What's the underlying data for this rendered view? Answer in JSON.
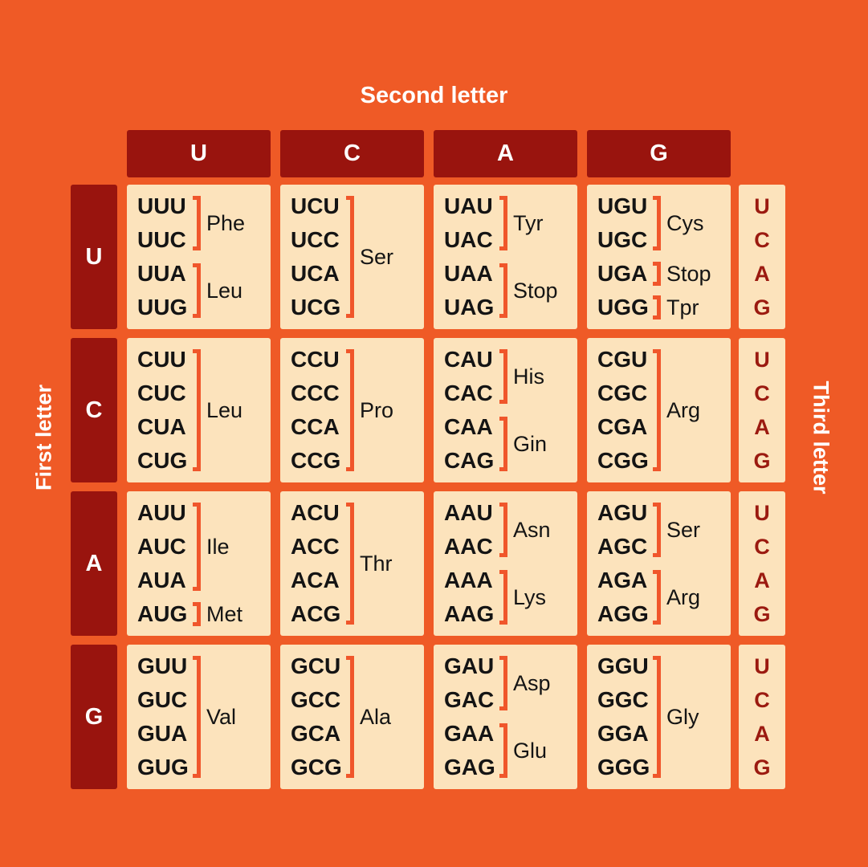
{
  "title": "Second letter",
  "axis_labels": {
    "left": "First letter",
    "right": "Third letter"
  },
  "colors": {
    "background": "#EF5A26",
    "header_cell": "#99140E",
    "cell_background": "#FCE3BC",
    "bracket": "#F0562B",
    "codon_text": "#141414",
    "header_text": "#FFFFFF",
    "third_letter_text": "#9B1A10"
  },
  "table": {
    "column_headers": [
      "U",
      "C",
      "A",
      "G"
    ],
    "third_letter_letters": [
      "U",
      "C",
      "A",
      "G"
    ],
    "rows": [
      {
        "header": "U",
        "cells": [
          {
            "codons": [
              "UUU",
              "UUC",
              "UUA",
              "UUG"
            ],
            "groups": [
              {
                "start": 1,
                "end": 2,
                "label": "Phe"
              },
              {
                "start": 3,
                "end": 4,
                "label": "Leu"
              }
            ]
          },
          {
            "codons": [
              "UCU",
              "UCC",
              "UCA",
              "UCG"
            ],
            "groups": [
              {
                "start": 1,
                "end": 4,
                "label": "Ser"
              }
            ]
          },
          {
            "codons": [
              "UAU",
              "UAC",
              "UAA",
              "UAG"
            ],
            "groups": [
              {
                "start": 1,
                "end": 2,
                "label": "Tyr"
              },
              {
                "start": 3,
                "end": 4,
                "label": "Stop"
              }
            ]
          },
          {
            "codons": [
              "UGU",
              "UGC",
              "UGA",
              "UGG"
            ],
            "groups": [
              {
                "start": 1,
                "end": 2,
                "label": "Cys"
              },
              {
                "start": 3,
                "end": 3,
                "label": "Stop"
              },
              {
                "start": 4,
                "end": 4,
                "label": "Tpr"
              }
            ]
          }
        ]
      },
      {
        "header": "C",
        "cells": [
          {
            "codons": [
              "CUU",
              "CUC",
              "CUA",
              "CUG"
            ],
            "groups": [
              {
                "start": 1,
                "end": 4,
                "label": "Leu"
              }
            ]
          },
          {
            "codons": [
              "CCU",
              "CCC",
              "CCA",
              "CCG"
            ],
            "groups": [
              {
                "start": 1,
                "end": 4,
                "label": "Pro"
              }
            ]
          },
          {
            "codons": [
              "CAU",
              "CAC",
              "CAA",
              "CAG"
            ],
            "groups": [
              {
                "start": 1,
                "end": 2,
                "label": "His"
              },
              {
                "start": 3,
                "end": 4,
                "label": "Gin"
              }
            ]
          },
          {
            "codons": [
              "CGU",
              "CGC",
              "CGA",
              "CGG"
            ],
            "groups": [
              {
                "start": 1,
                "end": 4,
                "label": "Arg"
              }
            ]
          }
        ]
      },
      {
        "header": "A",
        "cells": [
          {
            "codons": [
              "AUU",
              "AUC",
              "AUA",
              "AUG"
            ],
            "groups": [
              {
                "start": 1,
                "end": 3,
                "label": "Ile"
              },
              {
                "start": 4,
                "end": 4,
                "label": "Met"
              }
            ]
          },
          {
            "codons": [
              "ACU",
              "ACC",
              "ACA",
              "ACG"
            ],
            "groups": [
              {
                "start": 1,
                "end": 4,
                "label": "Thr"
              }
            ]
          },
          {
            "codons": [
              "AAU",
              "AAC",
              "AAA",
              "AAG"
            ],
            "groups": [
              {
                "start": 1,
                "end": 2,
                "label": "Asn"
              },
              {
                "start": 3,
                "end": 4,
                "label": "Lys"
              }
            ]
          },
          {
            "codons": [
              "AGU",
              "AGC",
              "AGA",
              "AGG"
            ],
            "groups": [
              {
                "start": 1,
                "end": 2,
                "label": "Ser"
              },
              {
                "start": 3,
                "end": 4,
                "label": "Arg"
              }
            ]
          }
        ]
      },
      {
        "header": "G",
        "cells": [
          {
            "codons": [
              "GUU",
              "GUC",
              "GUA",
              "GUG"
            ],
            "groups": [
              {
                "start": 1,
                "end": 4,
                "label": "Val"
              }
            ]
          },
          {
            "codons": [
              "GCU",
              "GCC",
              "GCA",
              "GCG"
            ],
            "groups": [
              {
                "start": 1,
                "end": 4,
                "label": "Ala"
              }
            ]
          },
          {
            "codons": [
              "GAU",
              "GAC",
              "GAA",
              "GAG"
            ],
            "groups": [
              {
                "start": 1,
                "end": 2,
                "label": "Asp"
              },
              {
                "start": 3,
                "end": 4,
                "label": "Glu"
              }
            ]
          },
          {
            "codons": [
              "GGU",
              "GGC",
              "GGA",
              "GGG"
            ],
            "groups": [
              {
                "start": 1,
                "end": 4,
                "label": "Gly"
              }
            ]
          }
        ]
      }
    ]
  }
}
